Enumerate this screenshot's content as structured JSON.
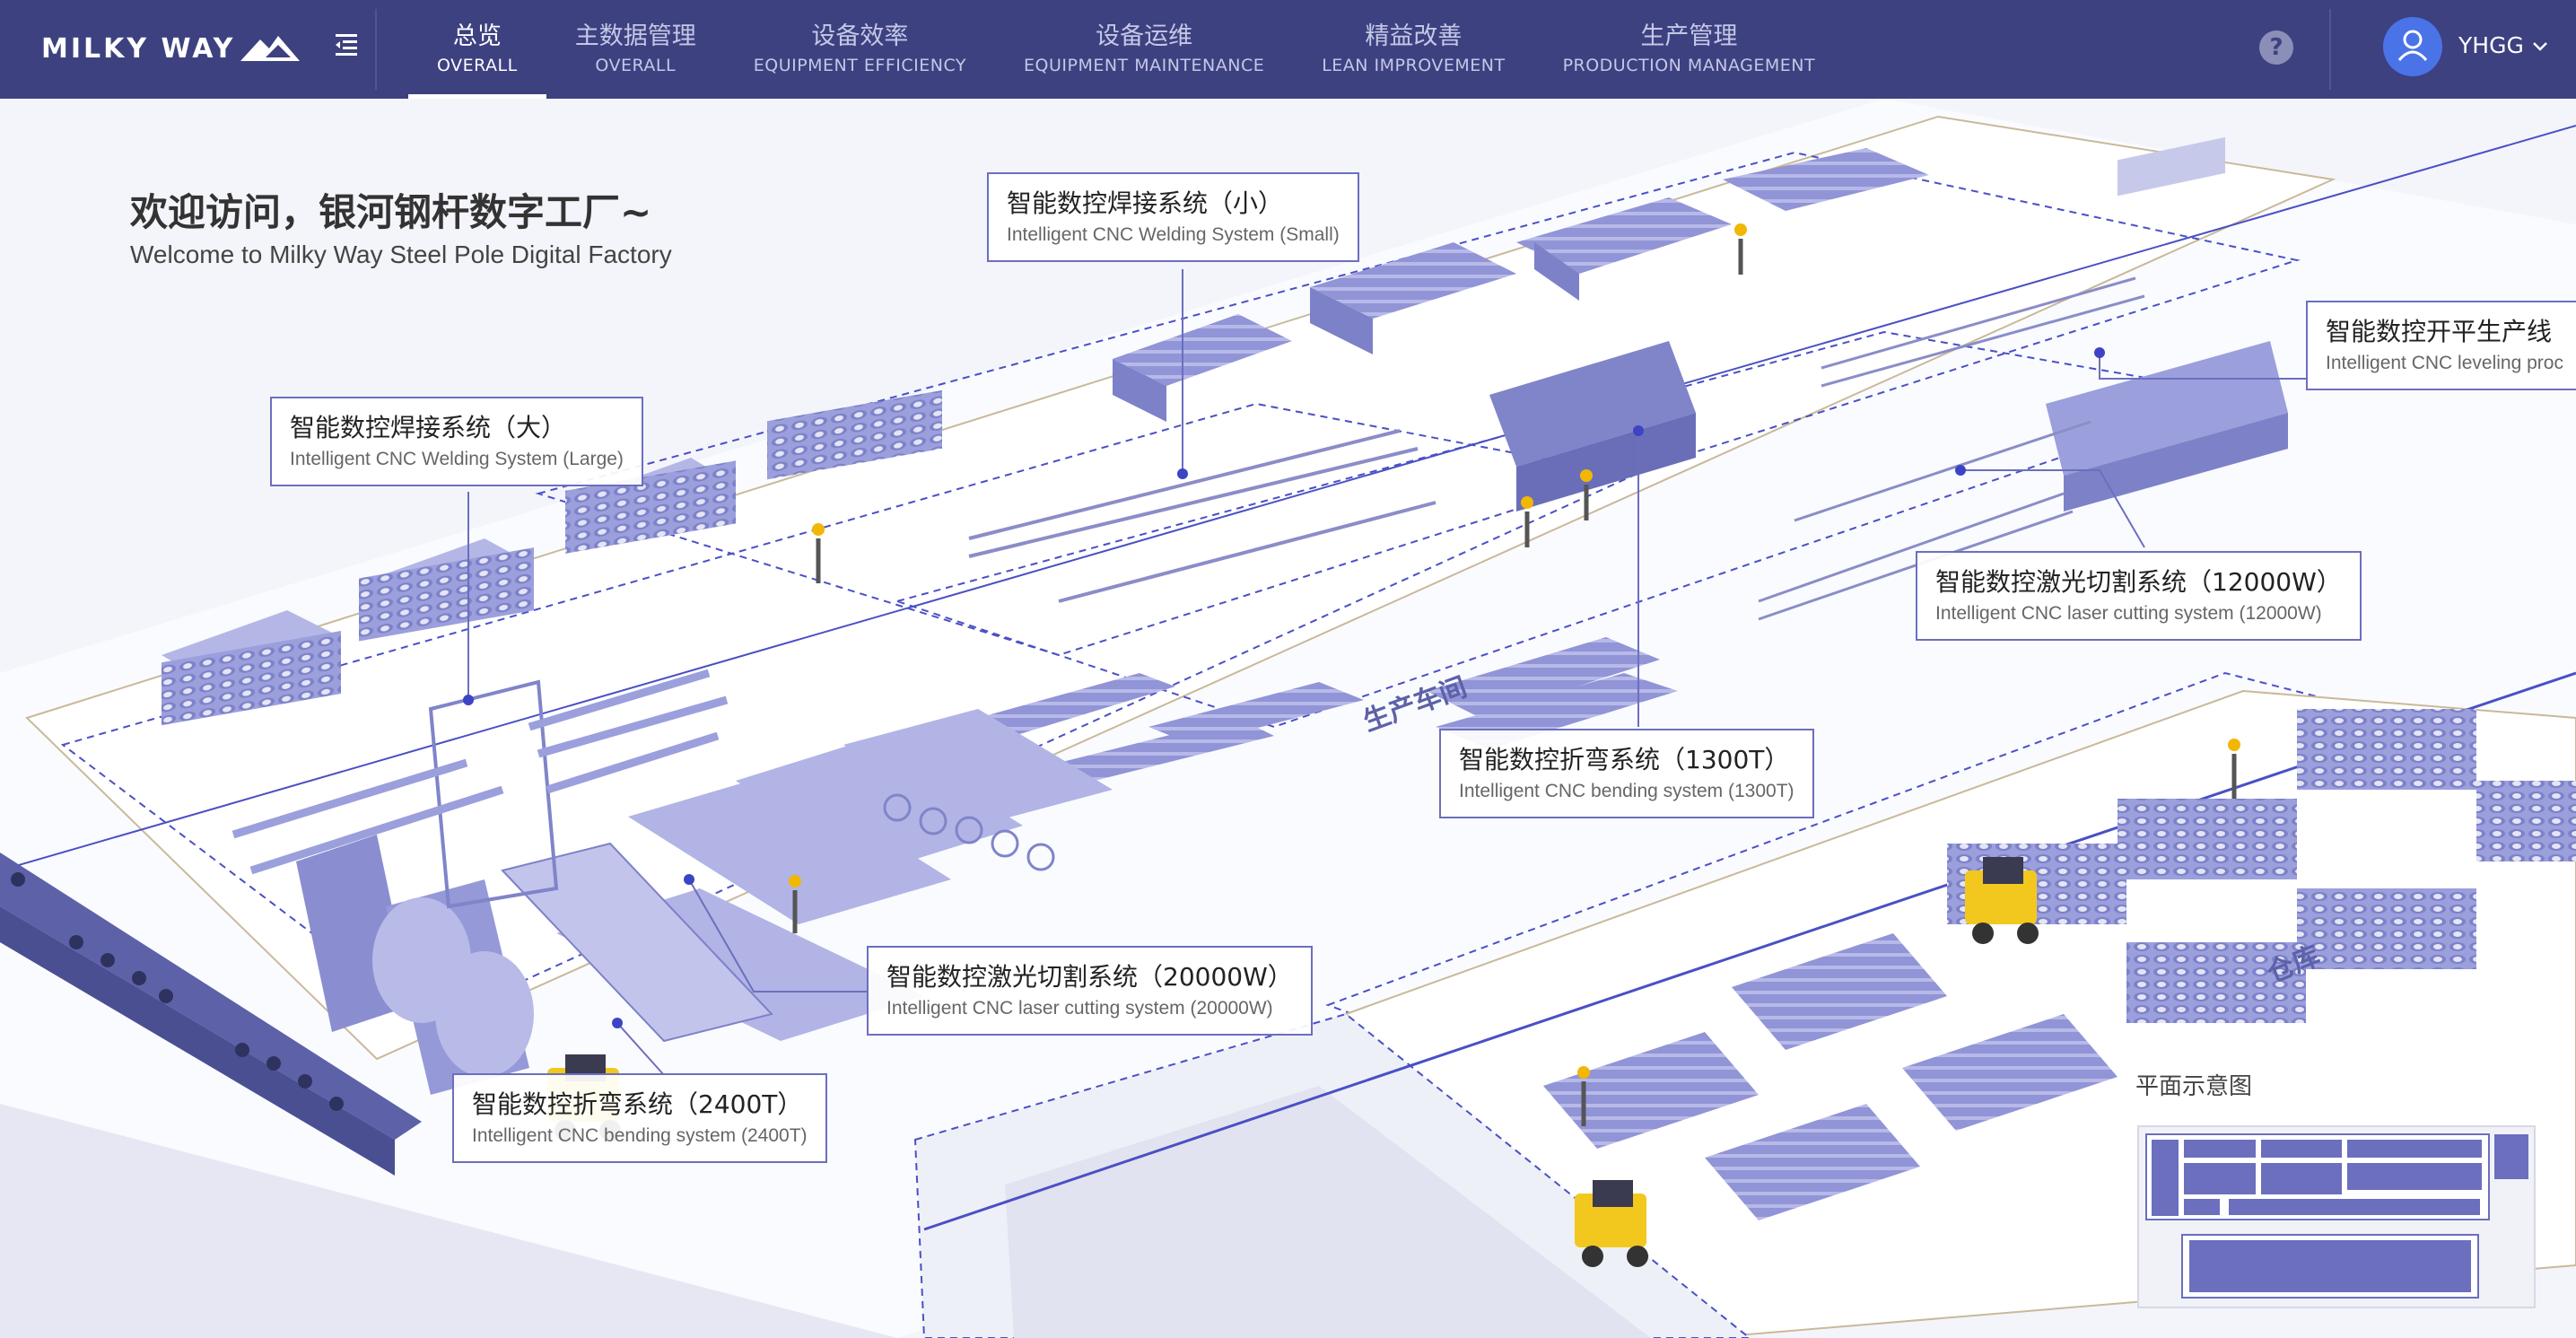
{
  "brand": {
    "logo_text": "MILKY WAY"
  },
  "nav": [
    {
      "zh": "总览",
      "en": "OVERALL",
      "active": true
    },
    {
      "zh": "主数据管理",
      "en": "OVERALL",
      "active": false
    },
    {
      "zh": "设备效率",
      "en": "EQUIPMENT EFFICIENCY",
      "active": false
    },
    {
      "zh": "设备运维",
      "en": "EQUIPMENT MAINTENANCE",
      "active": false
    },
    {
      "zh": "精益改善",
      "en": "LEAN IMPROVEMENT",
      "active": false
    },
    {
      "zh": "生产管理",
      "en": "PRODUCTION MANAGEMENT",
      "active": false
    }
  ],
  "header": {
    "help": "?",
    "user_name": "YHGG"
  },
  "welcome": {
    "title": "欢迎访问，银河钢杆数字工厂~",
    "subtitle": "Welcome to Milky Way Steel Pole Digital Factory"
  },
  "callouts": {
    "weld_small": {
      "zh": "智能数控焊接系统（小）",
      "en": "Intelligent CNC Welding System (Small)"
    },
    "weld_large": {
      "zh": "智能数控焊接系统（大）",
      "en": "Intelligent CNC Welding System (Large)"
    },
    "leveling": {
      "zh": "智能数控开平生产线",
      "en": "Intelligent CNC leveling proc"
    },
    "laser_12000": {
      "zh": "智能数控激光切割系统（12000W）",
      "en": "Intelligent CNC laser cutting system (12000W)"
    },
    "bend_1300": {
      "zh": "智能数控折弯系统（1300T）",
      "en": "Intelligent CNC bending system (1300T)"
    },
    "laser_20000": {
      "zh": "智能数控激光切割系统（20000W）",
      "en": "Intelligent CNC laser cutting system (20000W)"
    },
    "bend_2400": {
      "zh": "智能数控折弯系统（2400T）",
      "en": "Intelligent CNC bending system (2400T)"
    }
  },
  "zones": {
    "workshop": "生产车间",
    "warehouse": "仓库"
  },
  "minimap": {
    "label": "平面示意图"
  },
  "colors": {
    "header_bg": "#3d4180",
    "accent": "#6b6fbd",
    "product": "#8b8fd0",
    "forklift": "#f2c81e"
  }
}
